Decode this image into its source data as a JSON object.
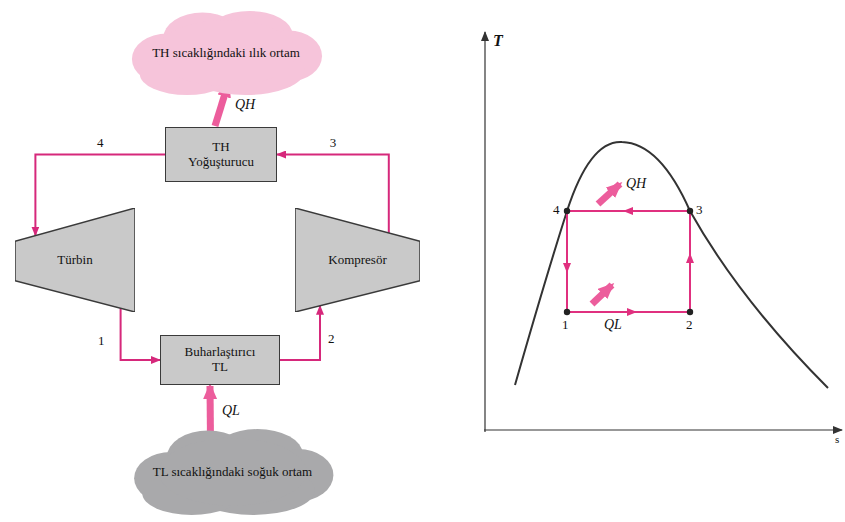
{
  "diagram": {
    "nodes": [
      {
        "text": [
          "TH sıcaklığındaki ılık ortam"
        ]
      },
      {
        "text": [
          "TH",
          "Yoğuşturucu"
        ]
      },
      {
        "text": [
          "Türbin"
        ]
      },
      {
        "text": [
          "Kompresör"
        ]
      },
      {
        "text": [
          "Buharlaştırıcı",
          "TL"
        ]
      },
      {
        "text": [
          "TL sıcaklığındaki soğuk ortam"
        ]
      }
    ],
    "edges": [
      {
        "from": 1,
        "to": 2,
        "arrow": "to",
        "label": "4"
      },
      {
        "from": 2,
        "to": 4,
        "arrow": "to",
        "label": "1"
      },
      {
        "from": 4,
        "to": 3,
        "arrow": "to",
        "label": "2"
      },
      {
        "from": 3,
        "to": 1,
        "arrow": "to",
        "label": "3"
      },
      {
        "from": 1,
        "to": 0,
        "arrow": "to",
        "label": "QH"
      },
      {
        "from": 5,
        "to": 4,
        "arrow": "to",
        "label": "QL"
      }
    ],
    "labels": [
      "T",
      "s",
      "4",
      "3",
      "1",
      "2",
      "QH",
      "QL"
    ]
  }
}
